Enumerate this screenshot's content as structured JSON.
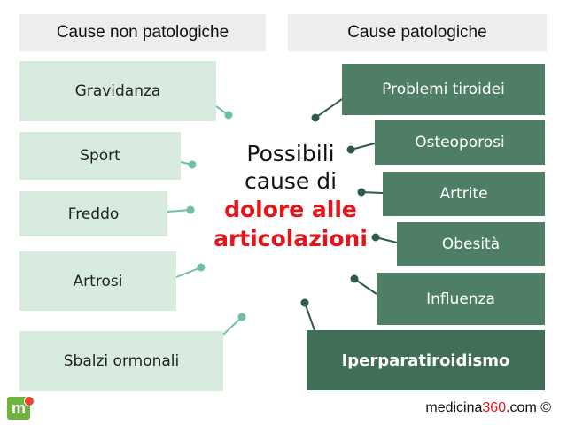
{
  "headers": {
    "left": "Cause non patologiche",
    "right": "Cause patologiche"
  },
  "left_causes": [
    "Gravidanza",
    "Sport",
    "Freddo",
    "Artrosi",
    "Sbalzi ormonali"
  ],
  "right_causes": [
    "Problemi tiroidei",
    "Osteoporosi",
    "Artrite",
    "Obesità",
    "Influenza",
    "Iperparatiroidismo"
  ],
  "center": {
    "line1": "Possibili",
    "line2": "cause di",
    "line3": "dolore alle",
    "line4": "articolazioni"
  },
  "logo": {
    "letter": "m"
  },
  "credit": {
    "prefix": "medicina",
    "number": "360",
    "suffix": ".com ©"
  },
  "colors": {
    "left_box": "#d7ecdf",
    "right_box": "#4e7f66",
    "connector_left": "#6fc0a0",
    "connector_right": "#2e5b48",
    "highlight_red": "#e3151b"
  }
}
